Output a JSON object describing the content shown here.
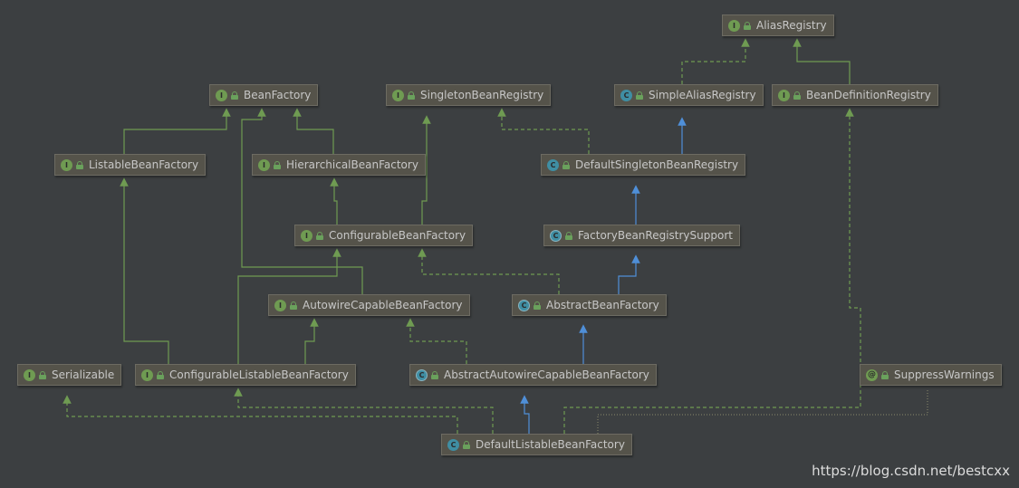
{
  "colors": {
    "background": "#3c3f41",
    "node_fill": "#55534a",
    "interface_link": "#6f9b52",
    "class_link": "#4f8fd8"
  },
  "nodes": {
    "alias_registry": {
      "name": "AliasRegistry",
      "kind": "interface",
      "icon": "I"
    },
    "bean_factory": {
      "name": "BeanFactory",
      "kind": "interface",
      "icon": "I"
    },
    "singleton_bean_registry": {
      "name": "SingletonBeanRegistry",
      "kind": "interface",
      "icon": "I"
    },
    "simple_alias_registry": {
      "name": "SimpleAliasRegistry",
      "kind": "class",
      "icon": "C"
    },
    "bean_definition_registry": {
      "name": "BeanDefinitionRegistry",
      "kind": "interface",
      "icon": "I"
    },
    "listable_bean_factory": {
      "name": "ListableBeanFactory",
      "kind": "interface",
      "icon": "I"
    },
    "hierarchical_bean_factory": {
      "name": "HierarchicalBeanFactory",
      "kind": "interface",
      "icon": "I"
    },
    "default_singleton_bean_registry": {
      "name": "DefaultSingletonBeanRegistry",
      "kind": "class",
      "icon": "C"
    },
    "configurable_bean_factory": {
      "name": "ConfigurableBeanFactory",
      "kind": "interface",
      "icon": "I"
    },
    "factory_bean_registry_support": {
      "name": "FactoryBeanRegistrySupport",
      "kind": "abstract",
      "icon": "C"
    },
    "autowire_capable_bean_factory": {
      "name": "AutowireCapableBeanFactory",
      "kind": "interface",
      "icon": "I"
    },
    "abstract_bean_factory": {
      "name": "AbstractBeanFactory",
      "kind": "abstract",
      "icon": "C"
    },
    "serializable": {
      "name": "Serializable",
      "kind": "interface",
      "icon": "I"
    },
    "configurable_listable_bean_factory": {
      "name": "ConfigurableListableBeanFactory",
      "kind": "interface",
      "icon": "I"
    },
    "abstract_autowire_capable_bean_factory": {
      "name": "AbstractAutowireCapableBeanFactory",
      "kind": "abstract",
      "icon": "C"
    },
    "suppress_warnings": {
      "name": "SuppressWarnings",
      "kind": "annotation",
      "icon": "@"
    },
    "default_listable_bean_factory": {
      "name": "DefaultListableBeanFactory",
      "kind": "class",
      "icon": "C"
    }
  },
  "watermark": "https://blog.csdn.net/bestcxx"
}
